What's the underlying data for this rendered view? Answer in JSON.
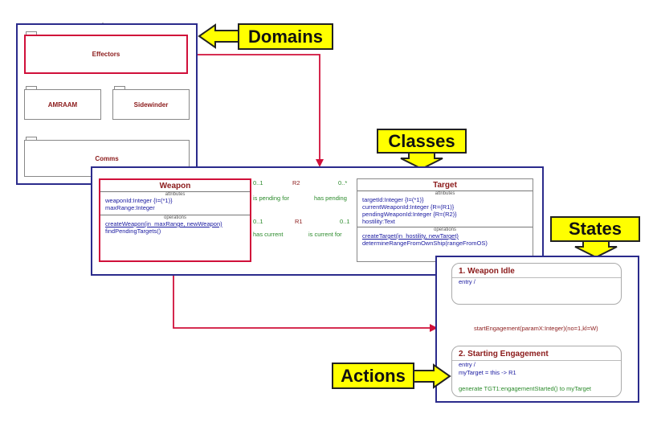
{
  "callouts": {
    "domains": "Domains",
    "classes": "Classes",
    "states": "States",
    "actions": "Actions"
  },
  "domains": {
    "effectors": "Effectors",
    "amraam": "AMRAAM",
    "sidewinder": "Sidewinder",
    "comms": "Comms"
  },
  "weapon": {
    "name": "Weapon",
    "attributes_label": "attributes",
    "attributes": [
      "weaponId:Integer {I=(*1)}",
      "maxRange:Integer"
    ],
    "operations_label": "operations",
    "operations": [
      "createWeapon(in_maxRange, newWeapon)",
      "findPendingTargets()"
    ]
  },
  "target": {
    "name": "Target",
    "attributes_label": "attributes",
    "attributes": [
      "targetId:Integer {I=(*1)}",
      "currentWeaponId:Integer {R=(R1)}",
      "pendingWeaponId:Integer {R=(R2)}",
      "hostility:Text"
    ],
    "operations_label": "operations",
    "operations": [
      "createTarget(in_hostility, newTarget)",
      "determineRangeFromOwnShip(rangeFromOS)"
    ]
  },
  "associations": {
    "r2": {
      "name": "R2",
      "left_mult": "0..1",
      "right_mult": "0..*",
      "left_phrase": "is pending for",
      "right_phrase": "has pending"
    },
    "r1": {
      "name": "R1",
      "left_mult": "0..1",
      "right_mult": "0..1",
      "left_phrase": "has current",
      "right_phrase": "is current for"
    }
  },
  "states": {
    "idle": {
      "title": "1. Weapon Idle",
      "entry": "entry /"
    },
    "transition": "startEngagement(paramX:Integer)(no=1,kl=W)",
    "engaging": {
      "title": "2. Starting Engagement",
      "lines": [
        "entry /",
        "myTarget = this -> R1"
      ],
      "action": "generate TGT1:engagementStarted() to myTarget"
    }
  },
  "colors": {
    "panel_border": "#2b2b8c",
    "highlight": "#d0103a",
    "callout": "#ffff00",
    "title_text": "#8b1a1a",
    "body_text": "#1a1aa0",
    "assoc_text": "#2a8a2a"
  }
}
